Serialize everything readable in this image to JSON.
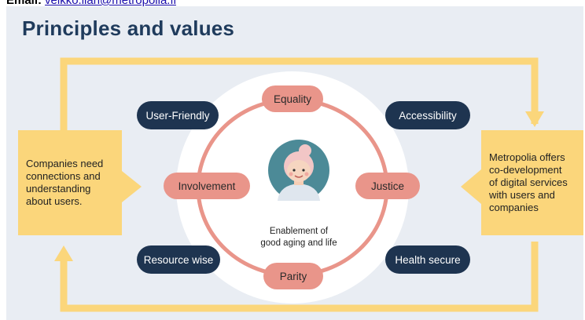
{
  "header": {
    "email_label": "Email:",
    "email_link": "veikko.ilari@metropolia.fi"
  },
  "title": "Principles and values",
  "left_box": {
    "lines": [
      "Companies  need",
      "connections and",
      "understanding",
      "about users."
    ]
  },
  "right_box": {
    "lines": [
      "Metropolia offers",
      "co-development",
      "of digital services",
      "with users and",
      "companies"
    ]
  },
  "values": {
    "equality": "Equality",
    "justice": "Justice",
    "parity": "Parity",
    "involvement": "Involvement"
  },
  "principles": {
    "user_friendly": "User-Friendly",
    "accessibility": "Accessibility",
    "resource_wise": "Resource wise",
    "health_secure": "Health secure"
  },
  "center": {
    "line1": "Enablement of",
    "line2": "good aging and life"
  },
  "colors": {
    "navy": "#1e3450",
    "salmon": "#e9958a",
    "yellow": "#fbd67b",
    "background": "#e9edf3"
  }
}
